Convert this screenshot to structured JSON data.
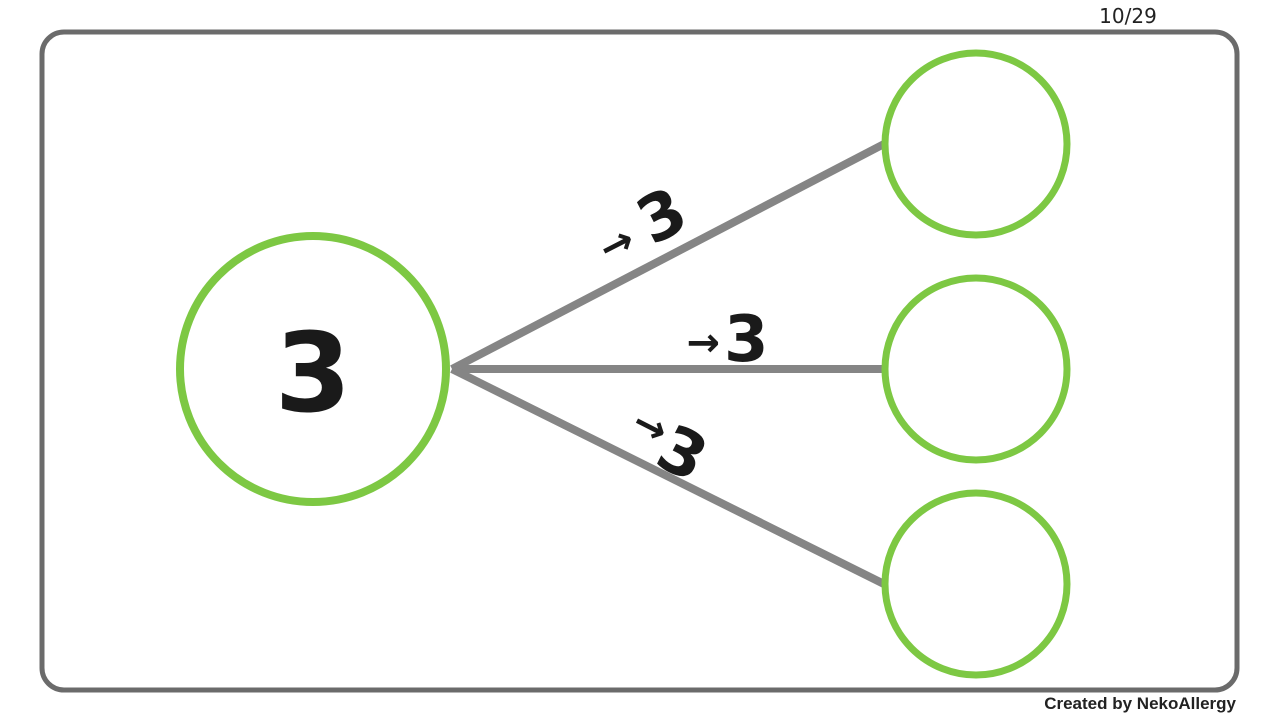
{
  "page": {
    "counter": "10/29",
    "credit": "Created by NekoAllergy"
  },
  "colors": {
    "frame": "#6b6b6b",
    "node_ring": "#7dc843",
    "edge": "#858585",
    "text": "#1a1a1a"
  },
  "diagram": {
    "root": {
      "value": "3"
    },
    "edges": [
      {
        "arrow": "→",
        "label": "3"
      },
      {
        "arrow": "→",
        "label": "3"
      },
      {
        "arrow": "→",
        "label": "3"
      }
    ],
    "children": [
      {
        "value": ""
      },
      {
        "value": ""
      },
      {
        "value": ""
      }
    ]
  }
}
